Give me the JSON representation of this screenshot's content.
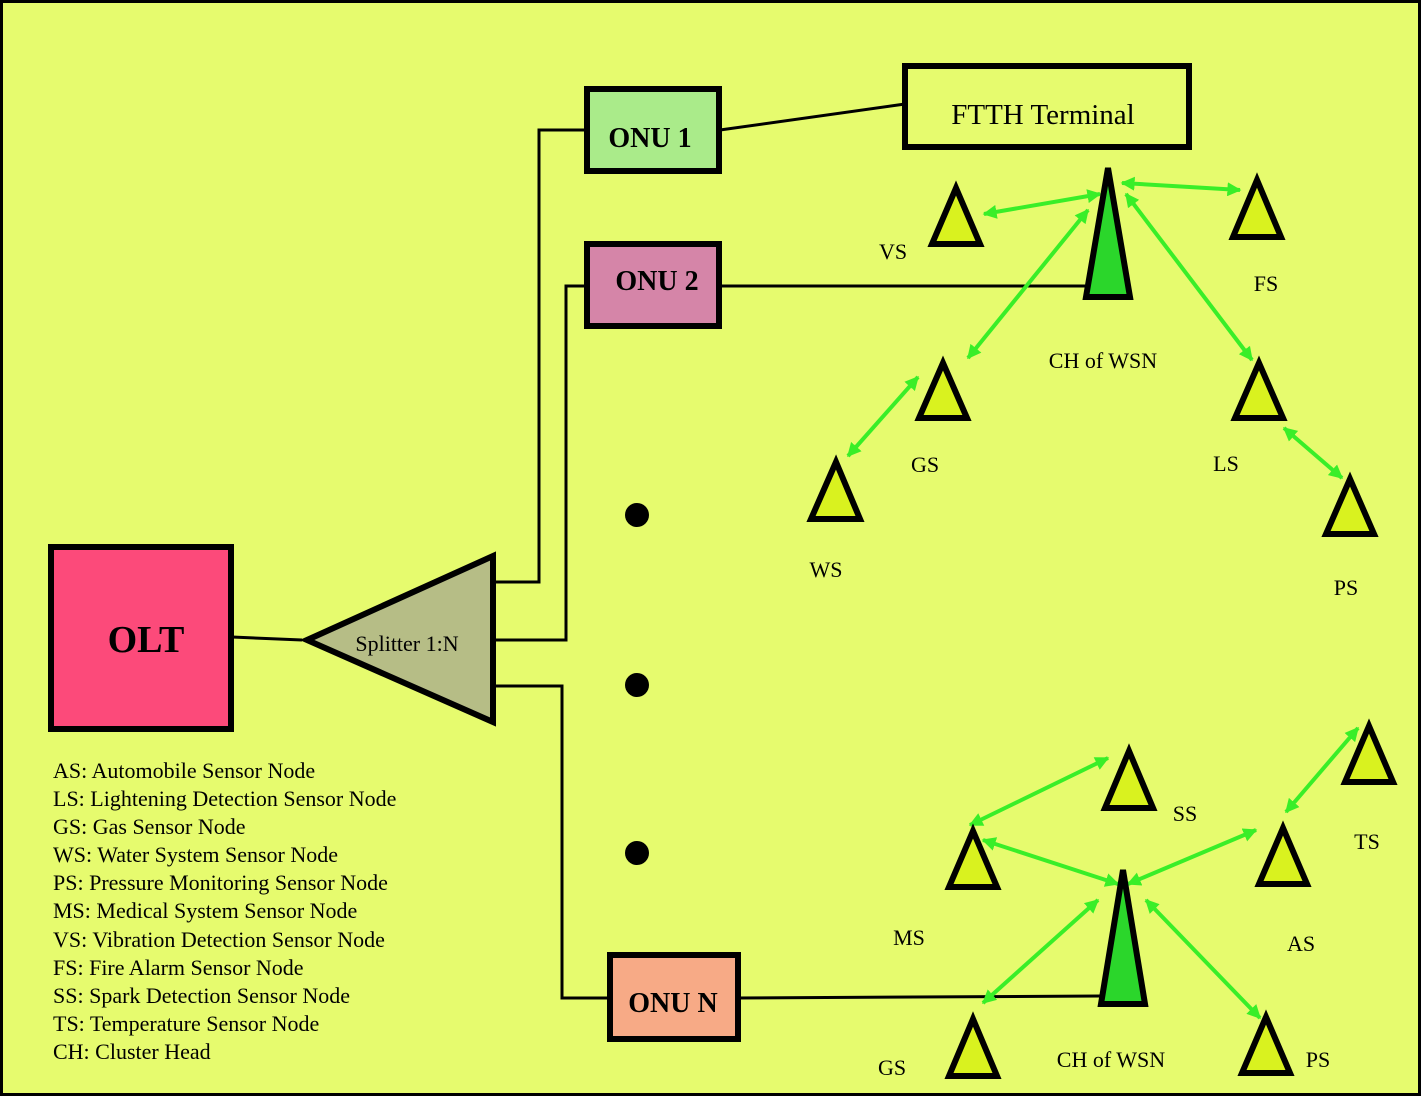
{
  "colors": {
    "background": "#e6fb6e",
    "olt": "#fc4a7a",
    "splitter": "#b6bd86",
    "onu1": "#aaeb8a",
    "onu2": "#d585a8",
    "onuN": "#f7aa86",
    "sensor_fill": "#d9f21f",
    "cluster_head_fill": "#2bd62b",
    "link_arrow": "#39ee28"
  },
  "olt": {
    "label": "OLT"
  },
  "splitter": {
    "label": "Splitter 1:N"
  },
  "onus": [
    {
      "label": "ONU 1"
    },
    {
      "label": "ONU 2"
    },
    {
      "label": "ONU N"
    }
  ],
  "ftth_terminal": {
    "label": "FTTH Terminal"
  },
  "cluster_top": {
    "head_label": "CH of WSN",
    "nodes": [
      "VS",
      "FS",
      "GS",
      "LS",
      "WS",
      "PS"
    ]
  },
  "cluster_bottom": {
    "head_label": "CH of WSN",
    "nodes": [
      "SS",
      "TS",
      "MS",
      "AS",
      "GS",
      "PS"
    ]
  },
  "legend": [
    "AS: Automobile Sensor Node",
    "LS: Lightening Detection Sensor Node",
    "GS: Gas Sensor Node",
    "WS: Water System Sensor Node",
    "PS: Pressure Monitoring Sensor Node",
    "MS: Medical System Sensor Node",
    "VS: Vibration Detection Sensor Node",
    "FS: Fire Alarm Sensor Node",
    "SS: Spark Detection Sensor Node",
    "TS: Temperature Sensor Node",
    "CH: Cluster Head"
  ]
}
